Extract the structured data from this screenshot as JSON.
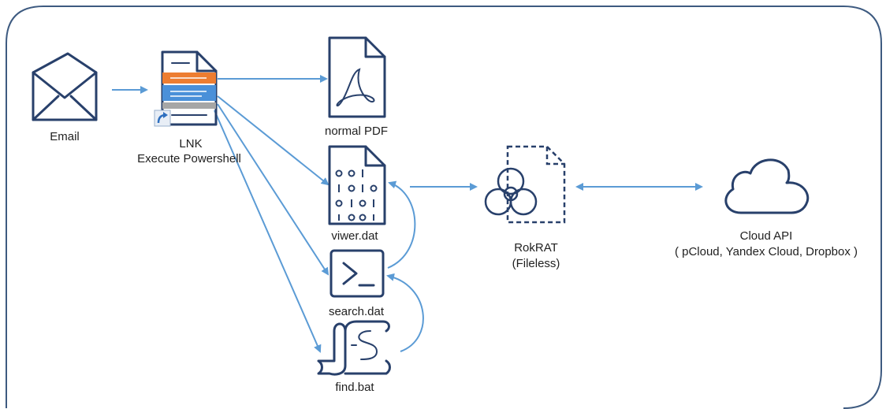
{
  "nodes": {
    "email": {
      "label": "Email",
      "icon": "envelope-icon"
    },
    "lnk": {
      "label_line1": "LNK",
      "label_line2": "Execute Powershell",
      "icon": "lnk-shortcut-file-icon"
    },
    "pdf": {
      "label": "normal PDF",
      "icon": "pdf-file-icon"
    },
    "viwer": {
      "label": "viwer.dat",
      "icon": "binary-data-file-icon"
    },
    "search": {
      "label": "search.dat",
      "icon": "powershell-prompt-icon"
    },
    "find": {
      "label": "find.bat",
      "icon": "script-scroll-icon"
    },
    "rokrat": {
      "label_line1": "RokRAT",
      "label_line2": "(Fileless)",
      "icon": "biohazard-file-icon"
    },
    "cloud": {
      "label_line1": "Cloud API",
      "label_line2": "( pCloud, Yandex Cloud, Dropbox )",
      "icon": "cloud-icon"
    }
  },
  "colors": {
    "border": "#3d5a80",
    "icon_stroke": "#28406b",
    "arrow": "#5b9bd5",
    "lnk_orange": "#ed7d31",
    "lnk_blue": "#4a90d9",
    "lnk_gray": "#a6a6a6"
  }
}
